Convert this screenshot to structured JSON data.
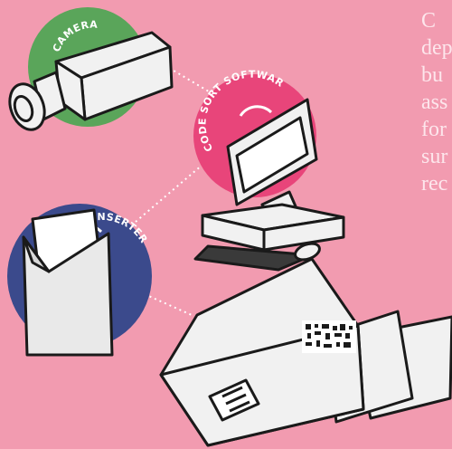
{
  "labels": {
    "camera": "CAMERA",
    "code_sort_software": "CODE SORT SOFTWARE",
    "mail_inserter": "MAIL INSERTER"
  },
  "side_text_fragments": [
    "C",
    "dep",
    "bu",
    "ass",
    "for",
    "sur",
    "rec"
  ],
  "colors": {
    "background": "#f29bb0",
    "camera_circle": "#5aa55a",
    "software_circle": "#e8457a",
    "inserter_circle": "#3b4a8c",
    "line": "#1a1a1a",
    "paper": "#f1f1f1"
  }
}
